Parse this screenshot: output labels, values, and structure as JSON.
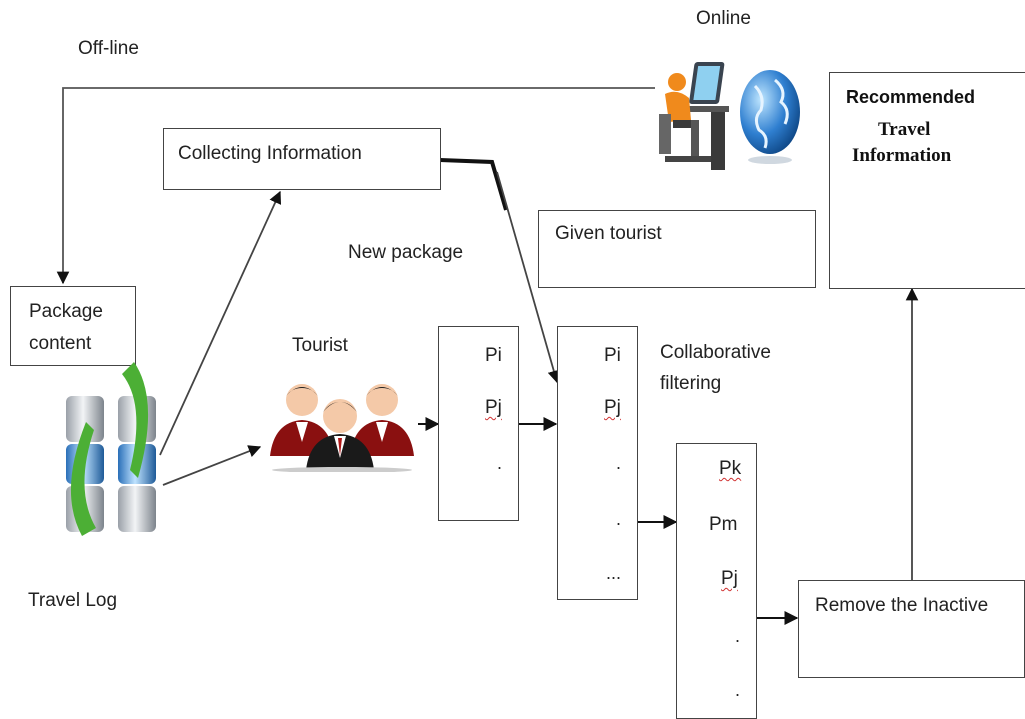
{
  "labels": {
    "online": "Online",
    "offline": "Off-line",
    "new_package": "New package",
    "tourist": "Tourist",
    "travel_log": "Travel Log",
    "collaborative_filtering_line1": "Collaborative",
    "collaborative_filtering_line2": "filtering"
  },
  "boxes": {
    "collecting_information": "Collecting Information",
    "given_tourist": "Given tourist",
    "package_content_line1": "Package",
    "package_content_line2": "content",
    "recommended_title": "Recommended",
    "recommended_line1": "Travel",
    "recommended_line2": "Information",
    "remove_inactive": "Remove the Inactive"
  },
  "lists": {
    "list1": [
      "Pi",
      "Pj",
      "."
    ],
    "list2": [
      "Pi",
      "Pj",
      ".",
      ".",
      "..."
    ],
    "list3": [
      "Pk",
      "Pm",
      "Pj",
      ".",
      "."
    ]
  },
  "icons": {
    "online_user": "person-at-computer-icon",
    "globe": "globe-icon",
    "tourist_group": "people-group-icon",
    "travel_log": "database-sync-icon"
  },
  "colors": {
    "line": "#333333",
    "box_border": "#444444",
    "accent_green": "#4caf35",
    "accent_blue": "#2f7fd0",
    "person_orange": "#f08a1c"
  }
}
